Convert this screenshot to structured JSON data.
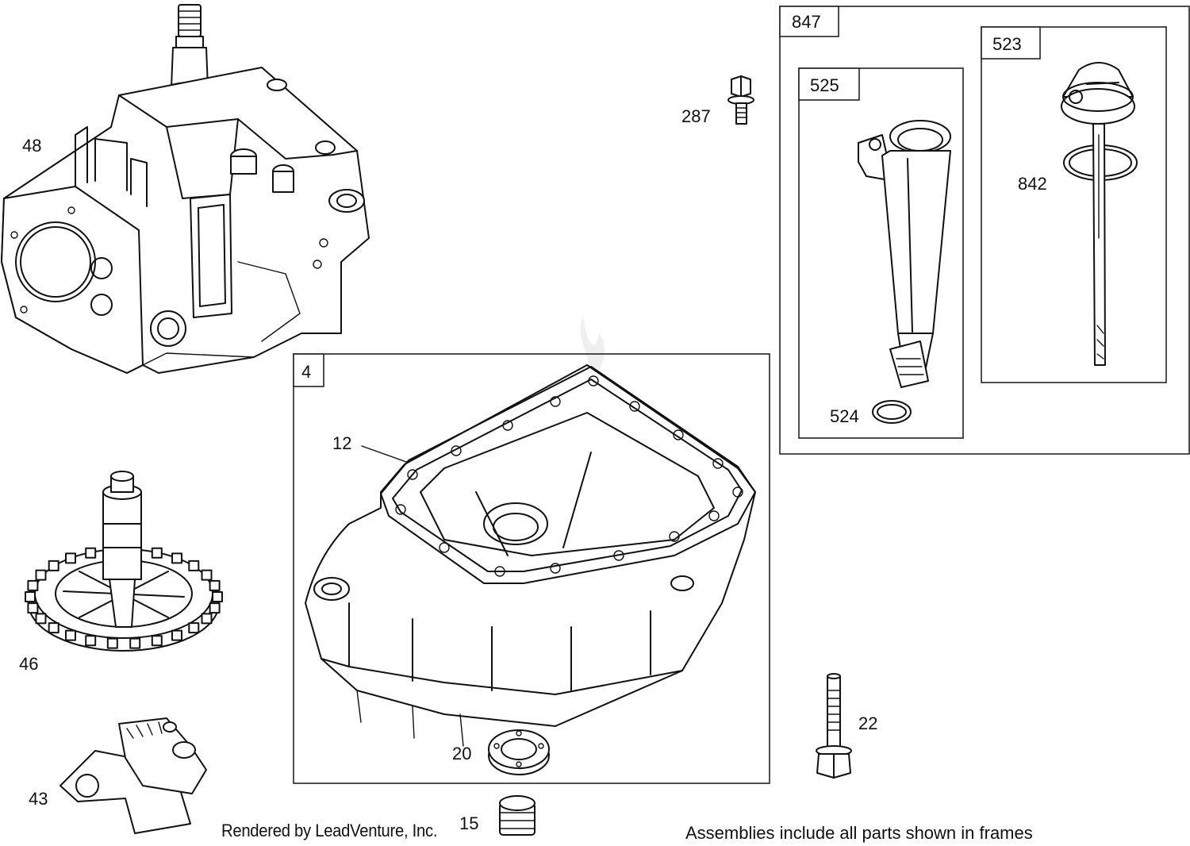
{
  "parts": [
    {
      "id": "p48",
      "number": "48"
    },
    {
      "id": "p287",
      "number": "287"
    },
    {
      "id": "p12",
      "number": "12"
    },
    {
      "id": "p46",
      "number": "46"
    },
    {
      "id": "p43",
      "number": "43"
    },
    {
      "id": "p15",
      "number": "15"
    },
    {
      "id": "p20",
      "number": "20"
    },
    {
      "id": "p22",
      "number": "22"
    },
    {
      "id": "p524",
      "number": "524"
    },
    {
      "id": "p842",
      "number": "842"
    }
  ],
  "frames": [
    {
      "id": "f847",
      "number": "847"
    },
    {
      "id": "f525",
      "number": "525"
    },
    {
      "id": "f523",
      "number": "523"
    },
    {
      "id": "f4",
      "number": "4"
    }
  ],
  "footer": {
    "credit": "Rendered by LeadVenture, Inc.",
    "note": "Assemblies include all parts shown in frames"
  },
  "colors": {
    "line": "#111111",
    "background": "#ffffff",
    "watermark": "#e6e6e6"
  }
}
